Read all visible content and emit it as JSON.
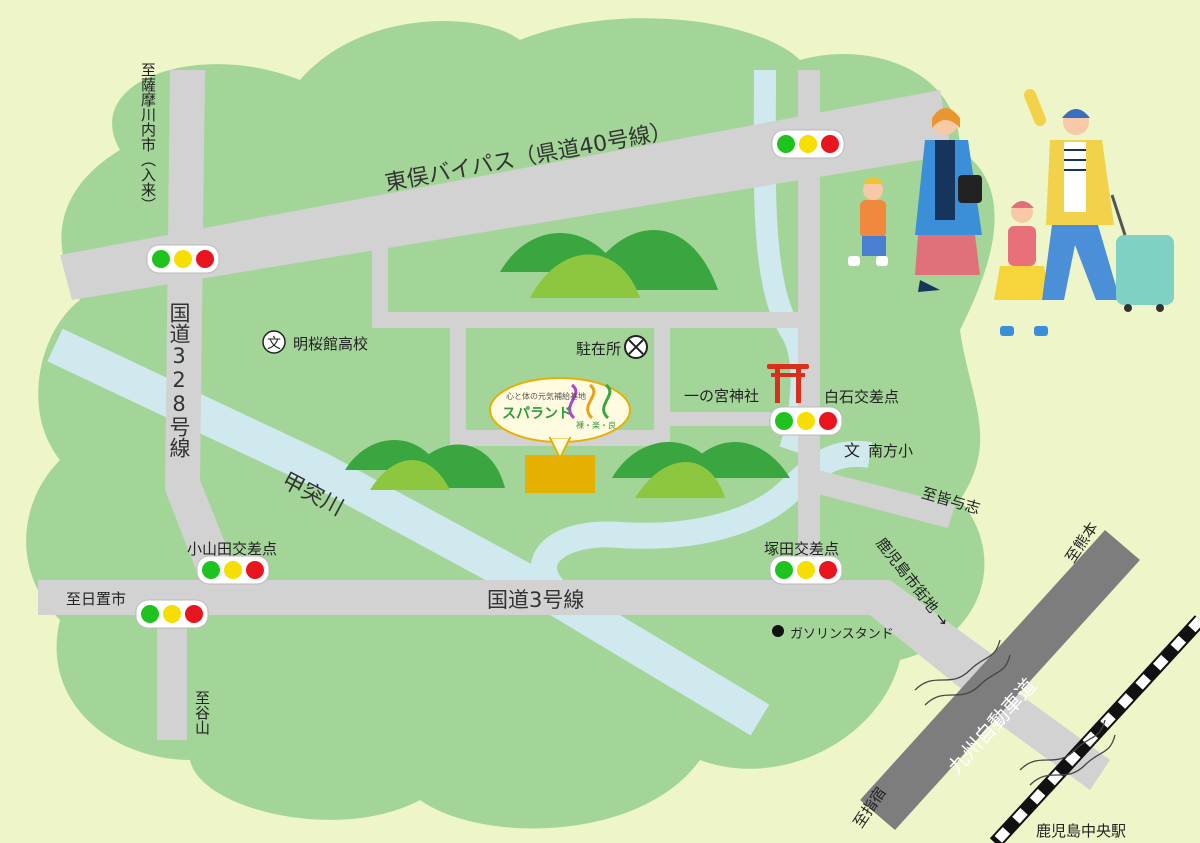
{
  "roads": {
    "bypass": "東俣バイパス（県道40号線）",
    "route328": "国道328号線",
    "route3": "国道3号線",
    "expressway": "九州自動車道"
  },
  "river": "甲突川",
  "places": {
    "school_meio": "明桜館高校",
    "parking": "駐在所",
    "shrine": "一の宮神社",
    "shiraishi": "白石交差点",
    "minamigata": "南方小",
    "koyamada": "小山田交差点",
    "tsukada": "塚田交差点",
    "gas": "ガソリンスタンド"
  },
  "directions": {
    "satsumasendai": "至薩摩川内市（入来）",
    "hioki": "至日置市",
    "taniyama": "至谷山",
    "kaiyoshi": "至皆与志",
    "kumamoto": "至熊本",
    "ibusuki": "至指宿",
    "city_street": "鹿児島市街地 →",
    "central_station": "鹿児島中央駅"
  },
  "facility": {
    "tagline": "心と体の元気補給基地",
    "name": "スパランド",
    "suffix": "裸・楽・良"
  },
  "colors": {
    "background": "#eef6c9",
    "land": "#a3d598",
    "land_dark": "#7fc27a",
    "road": "#d2d2d2",
    "river": "#cfe9ef",
    "hill_dark": "#3aa63f",
    "hill_light": "#8dc63f",
    "building": "#e6b000",
    "signal_green": "#1ec31e",
    "signal_yellow": "#f5de00",
    "signal_red": "#e8141e",
    "torii": "#d8301c"
  }
}
